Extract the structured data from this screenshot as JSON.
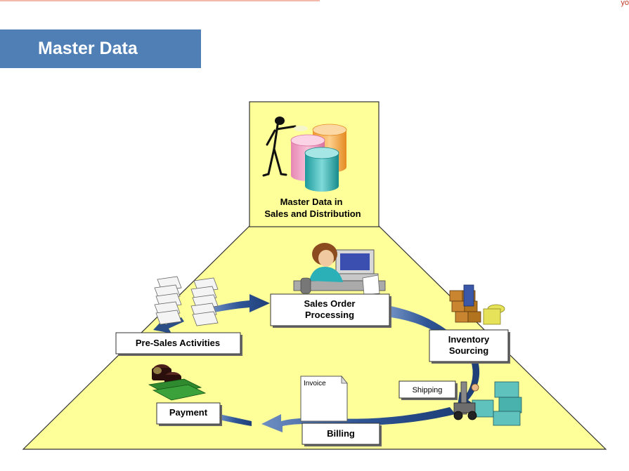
{
  "header": {
    "title": "Master Data",
    "corner_text": "yo"
  },
  "diagram": {
    "master_box": {
      "line1": "Master Data in",
      "line2": "Sales and Distribution"
    },
    "steps": {
      "sales_order_line1": "Sales Order",
      "sales_order_line2": "Processing",
      "pre_sales": "Pre-Sales Activities",
      "inventory_line1": "Inventory",
      "inventory_line2": "Sourcing",
      "shipping": "Shipping",
      "billing": "Billing",
      "payment": "Payment",
      "invoice": "Invoice"
    }
  },
  "colors": {
    "title_bar": "#4f7fb5",
    "platform": "#ffff99",
    "arrow": "#2c4e86",
    "cylinder_pink": "#f4a6c8",
    "cylinder_orange": "#f9b55a",
    "cylinder_teal": "#32b6b8"
  }
}
